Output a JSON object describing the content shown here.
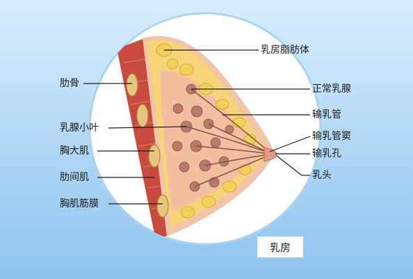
{
  "colors": {
    "background_top": "#cfe8fb",
    "background_bottom": "#8ec3ee",
    "muscle": "#c94a3e",
    "fat": "#f6d47a",
    "gland": "#b97a6a",
    "skin": "#f2c4a8"
  },
  "title": "乳房",
  "labels": {
    "ribs": "肋骨",
    "lobule": "乳腺小叶",
    "pectoralis_major": "胸大肌",
    "intercostal": "肋间肌",
    "pectoral_fascia": "胸肌筋膜",
    "fat": "乳房脂肪体",
    "normal_gland": "正常乳腺",
    "duct": "输乳管",
    "sinus": "输乳管窦",
    "duct_opening": "输乳孔",
    "nipple": "乳头"
  }
}
